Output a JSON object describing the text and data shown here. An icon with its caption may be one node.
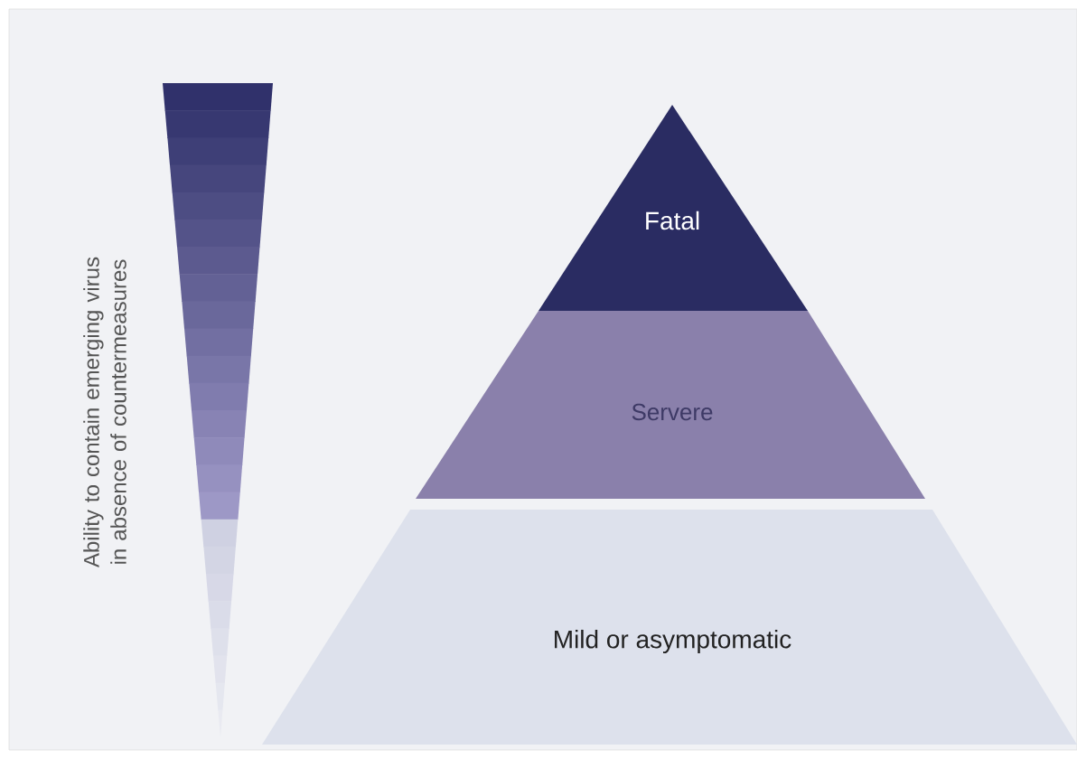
{
  "diagram": {
    "nodes": [
      {
        "text": [
          "Fatal"
        ]
      },
      {
        "text": [
          "Servere"
        ]
      },
      {
        "text": [
          "Mild or asymptomatic"
        ]
      }
    ],
    "labels": [
      "Ability to contain emerging virus in absence of countermeasures"
    ]
  }
}
